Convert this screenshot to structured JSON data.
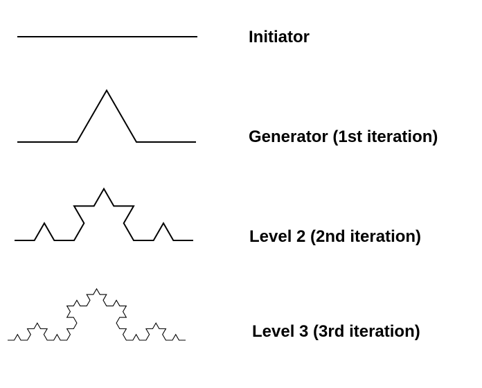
{
  "levels": [
    {
      "label": "Initiator",
      "iteration": 0
    },
    {
      "label": "Generator (1st iteration)",
      "iteration": 1
    },
    {
      "label": "Level 2 (2nd iteration)",
      "iteration": 2
    },
    {
      "label": "Level 3 (3rd iteration)",
      "iteration": 3
    }
  ],
  "colors": {
    "stroke": "#000000",
    "text": "#000000",
    "background": "#ffffff"
  }
}
